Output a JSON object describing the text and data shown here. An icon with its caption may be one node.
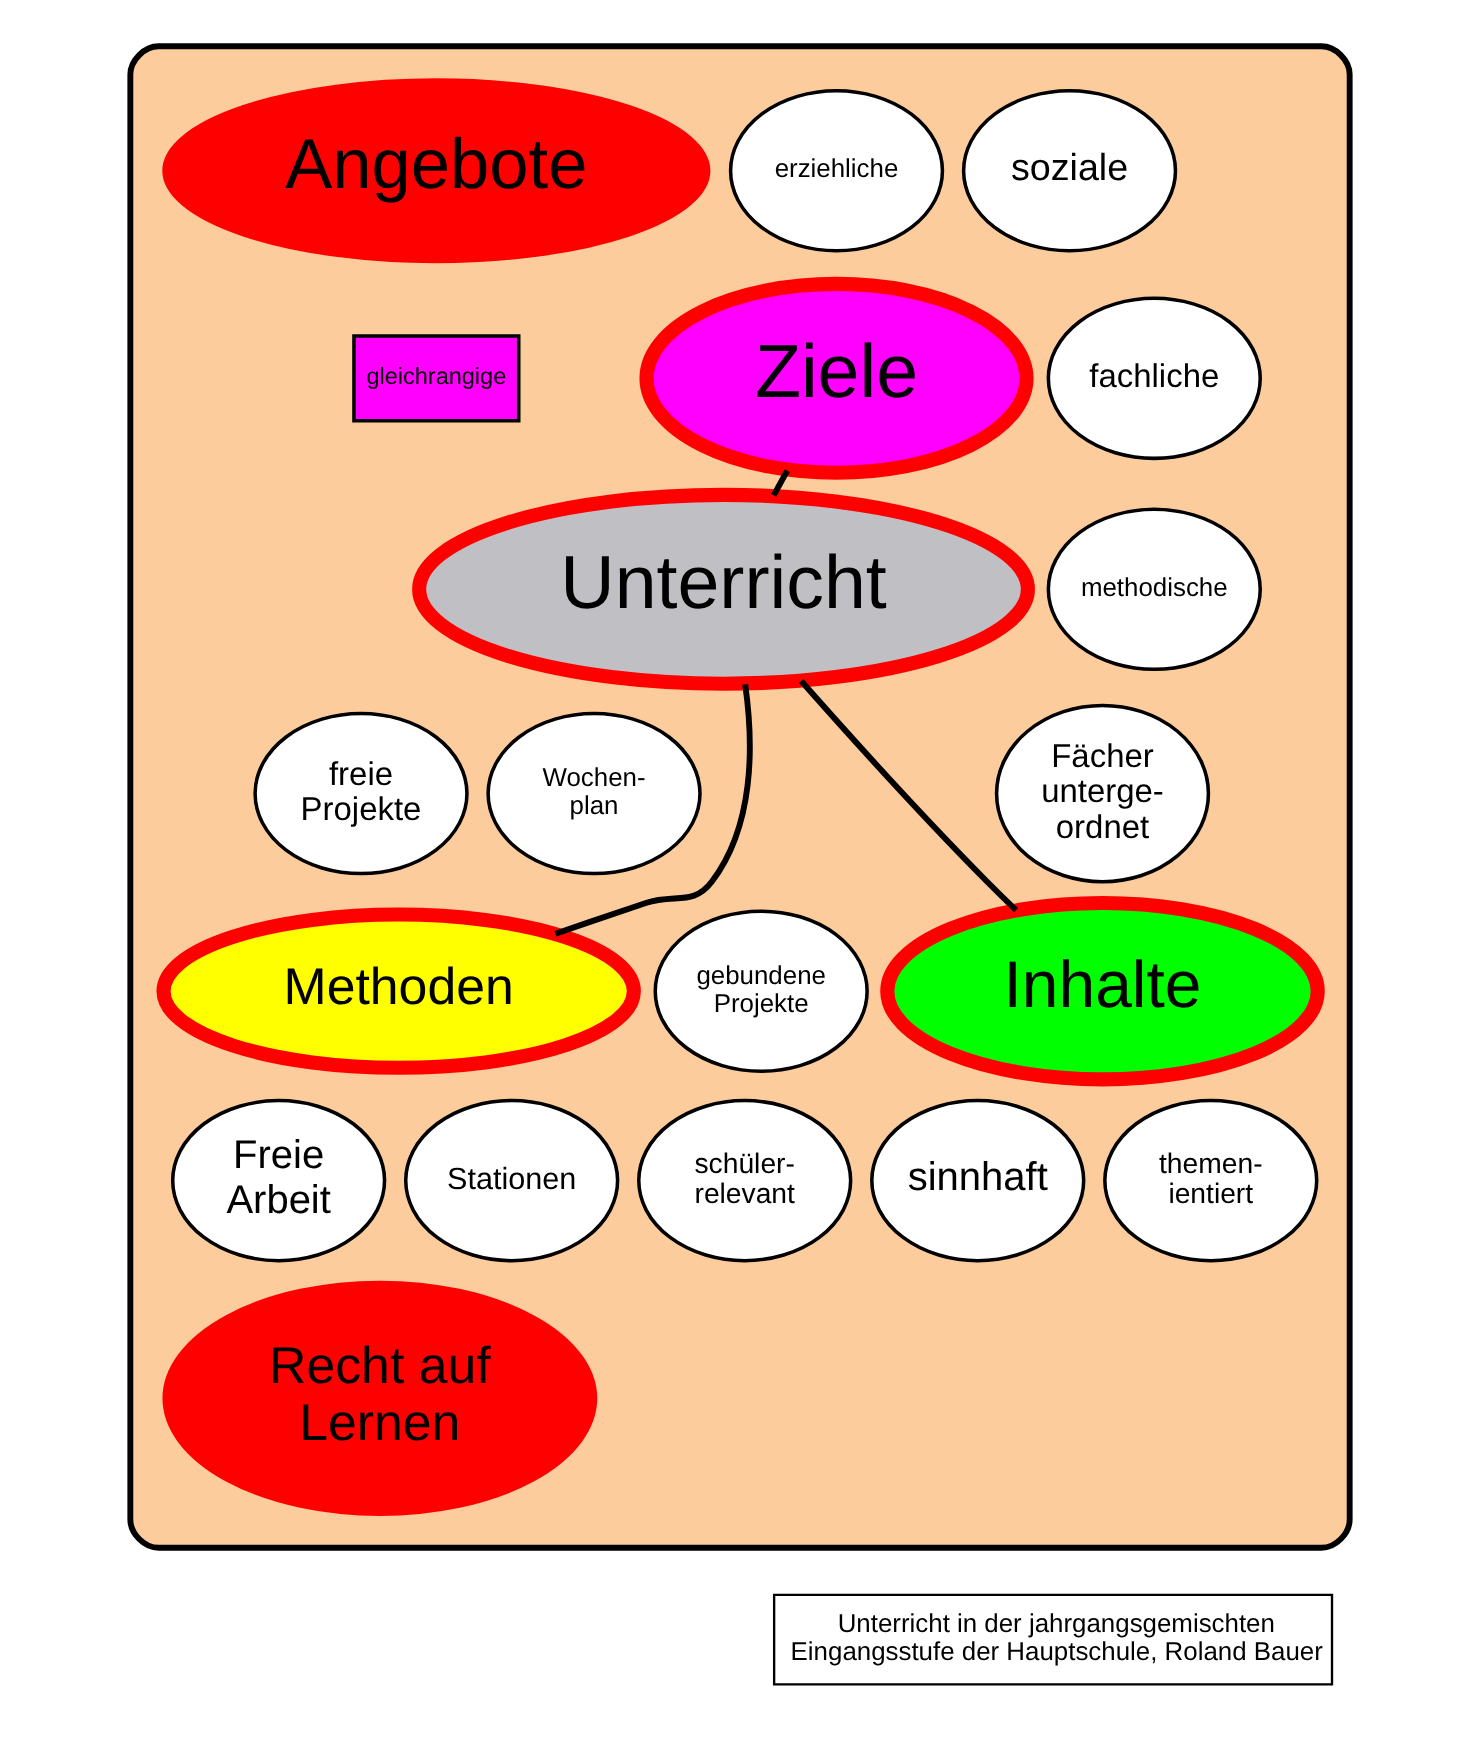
{
  "diagram": {
    "caption": "Unterricht in der jahrgangsgemischten Eingangsstufe der Hauptschule, Roland Bauer",
    "nodes": [
      {
        "text": [],
        "shape": "box"
      },
      {
        "text": [
          "Angebote"
        ],
        "in": 0
      },
      {
        "text": [
          "erziehliche"
        ],
        "in": 0
      },
      {
        "text": [
          "soziale"
        ],
        "in": 0
      },
      {
        "text": [
          "gleichrangige"
        ],
        "in": 0
      },
      {
        "text": [
          "Ziele"
        ],
        "in": 0
      },
      {
        "text": [
          "fachliche"
        ],
        "in": 0
      },
      {
        "text": [
          "methodische"
        ],
        "in": 0
      },
      {
        "text": [
          "Unterricht"
        ],
        "in": 0
      },
      {
        "text": [
          "freie Projekte"
        ],
        "in": 0
      },
      {
        "text": [
          "Wochen- plan"
        ],
        "in": 0
      },
      {
        "text": [
          "Fächer unterge- ordnet"
        ],
        "in": 0
      },
      {
        "text": [
          "Methoden"
        ],
        "in": 0
      },
      {
        "text": [
          "gebundene Projekte"
        ],
        "in": 0
      },
      {
        "text": [
          "Inhalte"
        ],
        "in": 0
      },
      {
        "text": [
          "Freie Arbeit"
        ],
        "in": 0
      },
      {
        "text": [
          "Stationen"
        ],
        "in": 0
      },
      {
        "text": [
          "schüler- relevant"
        ],
        "in": 0
      },
      {
        "text": [
          "sinnhaft"
        ],
        "in": 0
      },
      {
        "text": [
          "themen- ientiert"
        ],
        "in": 0
      },
      {
        "text": [
          "Recht auf Lernen"
        ],
        "in": 0
      }
    ],
    "edges": [
      {
        "from": 5,
        "to": 8,
        "arrow": "none"
      },
      {
        "from": 8,
        "to": 12,
        "arrow": "none"
      },
      {
        "from": 8,
        "to": 14,
        "arrow": "none"
      }
    ]
  }
}
